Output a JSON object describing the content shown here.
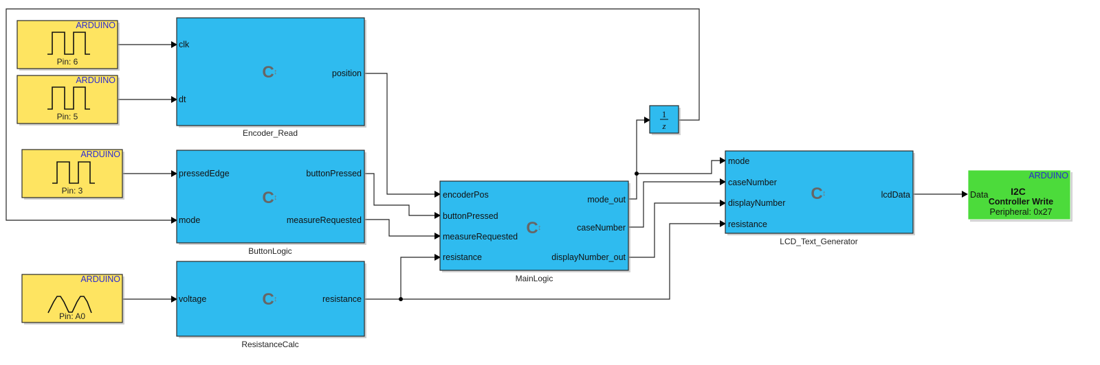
{
  "diagram": {
    "type": "simulink-model",
    "arduino_inputs": [
      {
        "id": "pin6",
        "brand": "ARDUINO",
        "pin_label": "Pin: 6",
        "signal": "digital-square-wave"
      },
      {
        "id": "pin5",
        "brand": "ARDUINO",
        "pin_label": "Pin: 5",
        "signal": "digital-square-wave"
      },
      {
        "id": "pin3",
        "brand": "ARDUINO",
        "pin_label": "Pin: 3",
        "signal": "digital-square-wave"
      },
      {
        "id": "pinA0",
        "brand": "ARDUINO",
        "pin_label": "Pin: A0",
        "signal": "analog-wave"
      }
    ],
    "blocks": {
      "encoder_read": {
        "name": "Encoder_Read",
        "inputs": [
          "clk",
          "dt"
        ],
        "outputs": [
          "position"
        ],
        "icon": "C↕"
      },
      "button_logic": {
        "name": "ButtonLogic",
        "inputs": [
          "pressedEdge",
          "mode"
        ],
        "outputs": [
          "buttonPressed",
          "measureRequested"
        ],
        "icon": "C↕"
      },
      "resistance_calc": {
        "name": "ResistanceCalc",
        "inputs": [
          "voltage"
        ],
        "outputs": [
          "resistance"
        ],
        "icon": "C↕"
      },
      "main_logic": {
        "name": "MainLogic",
        "inputs": [
          "encoderPos",
          "buttonPressed",
          "measureRequested",
          "resistance"
        ],
        "outputs": [
          "mode_out",
          "caseNumber",
          "displayNumber_out"
        ],
        "icon": "C↕"
      },
      "unit_delay": {
        "numerator": "1",
        "denominator": "z"
      },
      "lcd_text_generator": {
        "name": "LCD_Text_Generator",
        "inputs": [
          "mode",
          "caseNumber",
          "displayNumber",
          "resistance"
        ],
        "outputs": [
          "lcdData"
        ],
        "icon": "C↕"
      },
      "i2c_write": {
        "brand": "ARDUINO",
        "input": "Data",
        "title": "I2C",
        "subtitle": "Controller Write",
        "peripheral": "Peripheral: 0x27"
      }
    },
    "connections": [
      {
        "from": "Pin: 6",
        "to": "Encoder_Read.clk"
      },
      {
        "from": "Pin: 5",
        "to": "Encoder_Read.dt"
      },
      {
        "from": "Pin: 3",
        "to": "ButtonLogic.pressedEdge"
      },
      {
        "from": "Pin: A0",
        "to": "ResistanceCalc.voltage"
      },
      {
        "from": "Encoder_Read.position",
        "to": "MainLogic.encoderPos"
      },
      {
        "from": "ButtonLogic.buttonPressed",
        "to": "MainLogic.buttonPressed"
      },
      {
        "from": "ButtonLogic.measureRequested",
        "to": "MainLogic.measureRequested"
      },
      {
        "from": "ResistanceCalc.resistance",
        "to": "MainLogic.resistance"
      },
      {
        "from": "ResistanceCalc.resistance",
        "to": "LCD_Text_Generator.resistance"
      },
      {
        "from": "MainLogic.mode_out",
        "to": "LCD_Text_Generator.mode"
      },
      {
        "from": "MainLogic.mode_out",
        "to": "UnitDelay"
      },
      {
        "from": "UnitDelay",
        "to": "ButtonLogic.mode"
      },
      {
        "from": "MainLogic.caseNumber",
        "to": "LCD_Text_Generator.caseNumber"
      },
      {
        "from": "MainLogic.displayNumber_out",
        "to": "LCD_Text_Generator.displayNumber"
      },
      {
        "from": "LCD_Text_Generator.lcdData",
        "to": "I2C.Data"
      }
    ],
    "colors": {
      "subsystem_fill": "#2fbbef",
      "arduino_input_fill": "#fee461",
      "arduino_output_fill": "#4cdb3b",
      "brand_text": "#2a2ad0",
      "icon_text": "#666666"
    }
  }
}
